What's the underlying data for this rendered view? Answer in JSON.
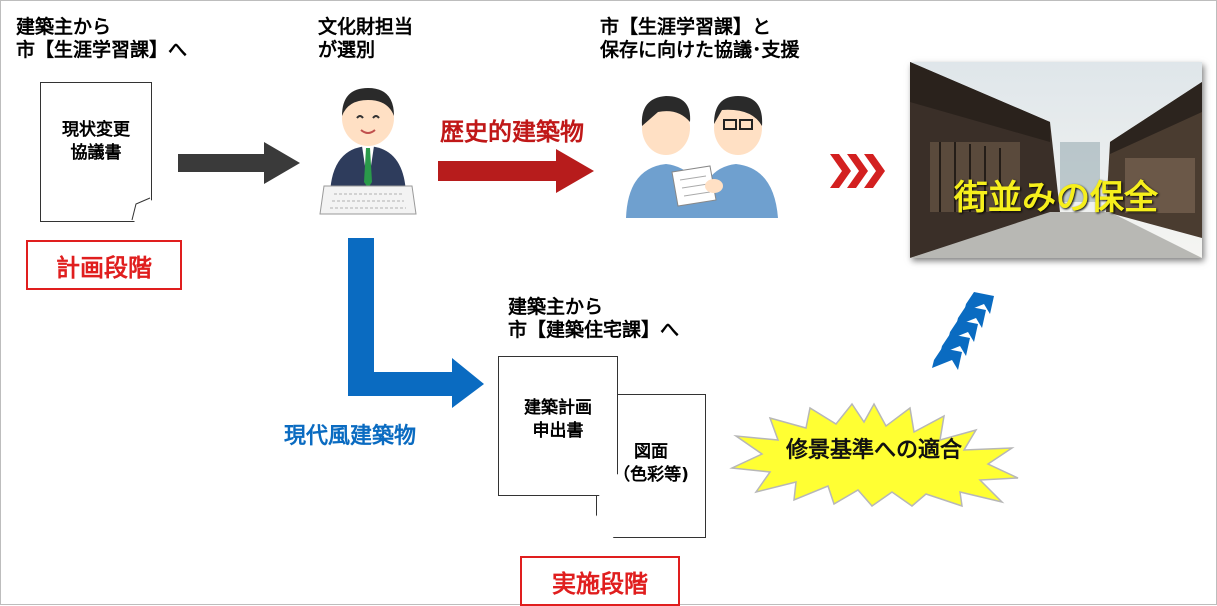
{
  "applicant_to_lifelong": "建築主から\n市【生涯学習課】へ",
  "doc_current_change": "現状変更\n協議書",
  "stage_planning": "計画段階",
  "cultural_staff": "文化財担当\nが選別",
  "historical_building": "歴史的建築物",
  "consultation": "市【生涯学習課】と\n保存に向けた協議･支援",
  "townscape_preservation": "街並みの保全",
  "applicant_to_housing": "建築主から\n市【建築住宅課】へ",
  "doc_building_plan": "建築計画\n申出書",
  "doc_drawings": "図面\n（色彩等)",
  "modern_building": "現代風建築物",
  "design_standard": "修景基準への適合",
  "stage_implementation": "実施段階",
  "colors": {
    "red": "#e01e1e",
    "dark_red": "#b71c1c",
    "blue": "#0a6bc1",
    "dark_gray": "#3a3a3a",
    "yellow": "#ffff33"
  },
  "icons": [
    "document-icon",
    "staff-person-icon",
    "consultation-people-icon",
    "street-photo",
    "starburst"
  ]
}
